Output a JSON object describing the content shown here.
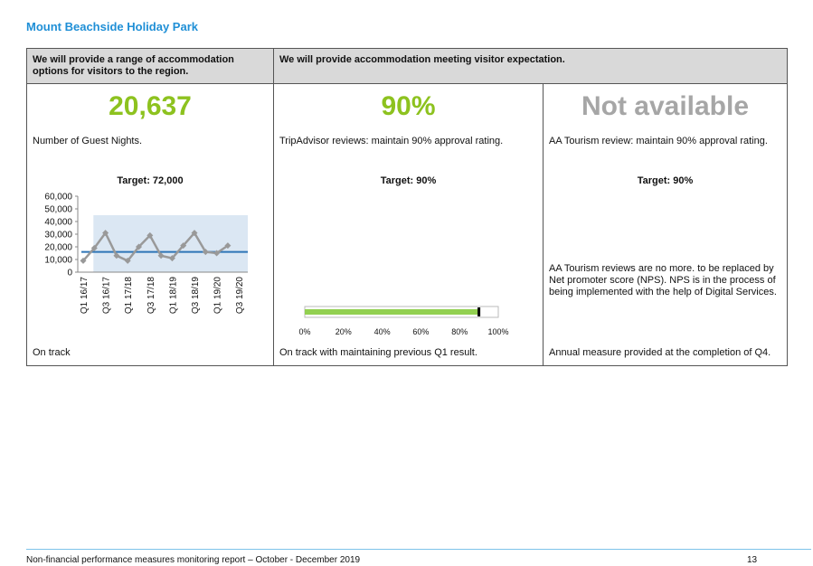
{
  "page": {
    "title": "Mount Beachside Holiday Park",
    "footer": "Non-financial performance measures monitoring report – October - December 2019",
    "page_number": "13"
  },
  "headers": {
    "col1": "We will provide a range of accommodation options for visitors to the region.",
    "col23": "We will provide accommodation meeting visitor expectation."
  },
  "measures": [
    {
      "value": "20,637",
      "value_color": "#8dc21f",
      "description": "Number of Guest Nights.",
      "target": "Target: 72,000",
      "status": "On track"
    },
    {
      "value": "90%",
      "value_color": "#8dc21f",
      "description": "TripAdvisor reviews: maintain 90% approval rating.",
      "target": "Target: 90%",
      "status": "On track with maintaining previous Q1 result."
    },
    {
      "value": "Not available",
      "value_color": "#a6a6a6",
      "description": "AA Tourism review: maintain 90% approval rating.",
      "target": "Target: 90%",
      "note": "AA Tourism reviews are no more. to be replaced by Net promoter score (NPS). NPS is in the process of being implemented with the help of Digital Services.",
      "status": "Annual measure provided at the completion of Q4."
    }
  ],
  "chart_data": [
    {
      "type": "line",
      "x": [
        "Q1 16/17",
        "Q2 16/17",
        "Q3 16/17",
        "Q4 16/17",
        "Q1 17/18",
        "Q2 17/18",
        "Q3 17/18",
        "Q4 17/18",
        "Q1 18/19",
        "Q2 18/19",
        "Q3 18/19",
        "Q4 18/19",
        "Q1 19/20",
        "Q2 19/20"
      ],
      "tick_labels": [
        "Q1 16/17",
        "Q3 16/17",
        "Q1 17/18",
        "Q3 17/18",
        "Q1 18/19",
        "Q3 18/19",
        "Q1 19/20",
        "Q3 19/20"
      ],
      "series": [
        {
          "values": [
            9000,
            19000,
            31000,
            13000,
            9000,
            20000,
            29000,
            13000,
            11000,
            21000,
            31000,
            16000,
            15000,
            21000
          ],
          "color": "#999999"
        }
      ],
      "target_line": 16000,
      "target_color": "#2e75b6",
      "shaded_region": {
        "x_from": "Q2 16/17",
        "x_to": "Q3 19/20",
        "y_max": 45000,
        "color": "#dbe7f3"
      },
      "yticks": [
        "0",
        "10,000",
        "20,000",
        "30,000",
        "40,000",
        "50,000",
        "60,000"
      ],
      "ylim": [
        0,
        60000
      ],
      "grid": false
    },
    {
      "type": "bar",
      "orientation": "horizontal",
      "values": [
        90
      ],
      "target": 90,
      "bar_color": "#92d050",
      "marker_color": "#000000",
      "xticks": [
        "0%",
        "20%",
        "40%",
        "60%",
        "80%",
        "100%"
      ],
      "xlim": [
        0,
        100
      ]
    }
  ]
}
